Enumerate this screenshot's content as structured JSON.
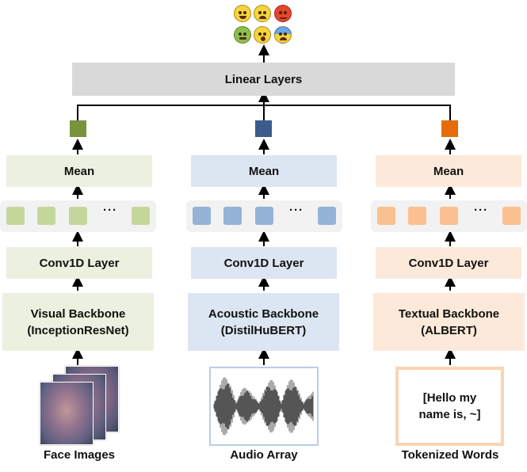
{
  "colors": {
    "green_fill": "#ebf1de",
    "green_token": "#c4d79b",
    "green_square": "#77933c",
    "blue_fill": "#dce6f2",
    "blue_token": "#95b3d7",
    "blue_square": "#3b5b8c",
    "orange_fill": "#fde9d9",
    "orange_token": "#fac090",
    "orange_square": "#e46c0a",
    "linear_fill": "#d9d9d9",
    "token_row_bg": "#f2f2f2"
  },
  "emotions": [
    {
      "icon": "laughing-face-icon",
      "color": "#f8d43a"
    },
    {
      "icon": "crying-face-icon",
      "color": "#f8d43a"
    },
    {
      "icon": "angry-face-icon",
      "color": "#e8452c"
    },
    {
      "icon": "nauseated-face-icon",
      "color": "#8cc04a"
    },
    {
      "icon": "surprised-face-icon",
      "color": "#f8d43a"
    },
    {
      "icon": "fearful-face-icon",
      "color": "#6aa6e8"
    }
  ],
  "linear": {
    "label": "Linear Layers"
  },
  "branches": {
    "visual": {
      "mean": "Mean",
      "conv": "Conv1D Layer",
      "backbone_line1": "Visual Backbone",
      "backbone_line2": "(InceptionResNet)",
      "input_label": "Face Images",
      "ellipsis": "···"
    },
    "acoustic": {
      "mean": "Mean",
      "conv": "Conv1D Layer",
      "backbone_line1": "Acoustic Backbone",
      "backbone_line2": "(DistilHuBERT)",
      "input_label": "Audio Array",
      "ellipsis": "···"
    },
    "textual": {
      "mean": "Mean",
      "conv": "Conv1D Layer",
      "backbone_line1": "Textual Backbone",
      "backbone_line2": "(ALBERT)",
      "input_label": "Tokenized Words",
      "ellipsis": "···",
      "text_line1": "[Hello my",
      "text_line2": "name is, ~]"
    }
  }
}
